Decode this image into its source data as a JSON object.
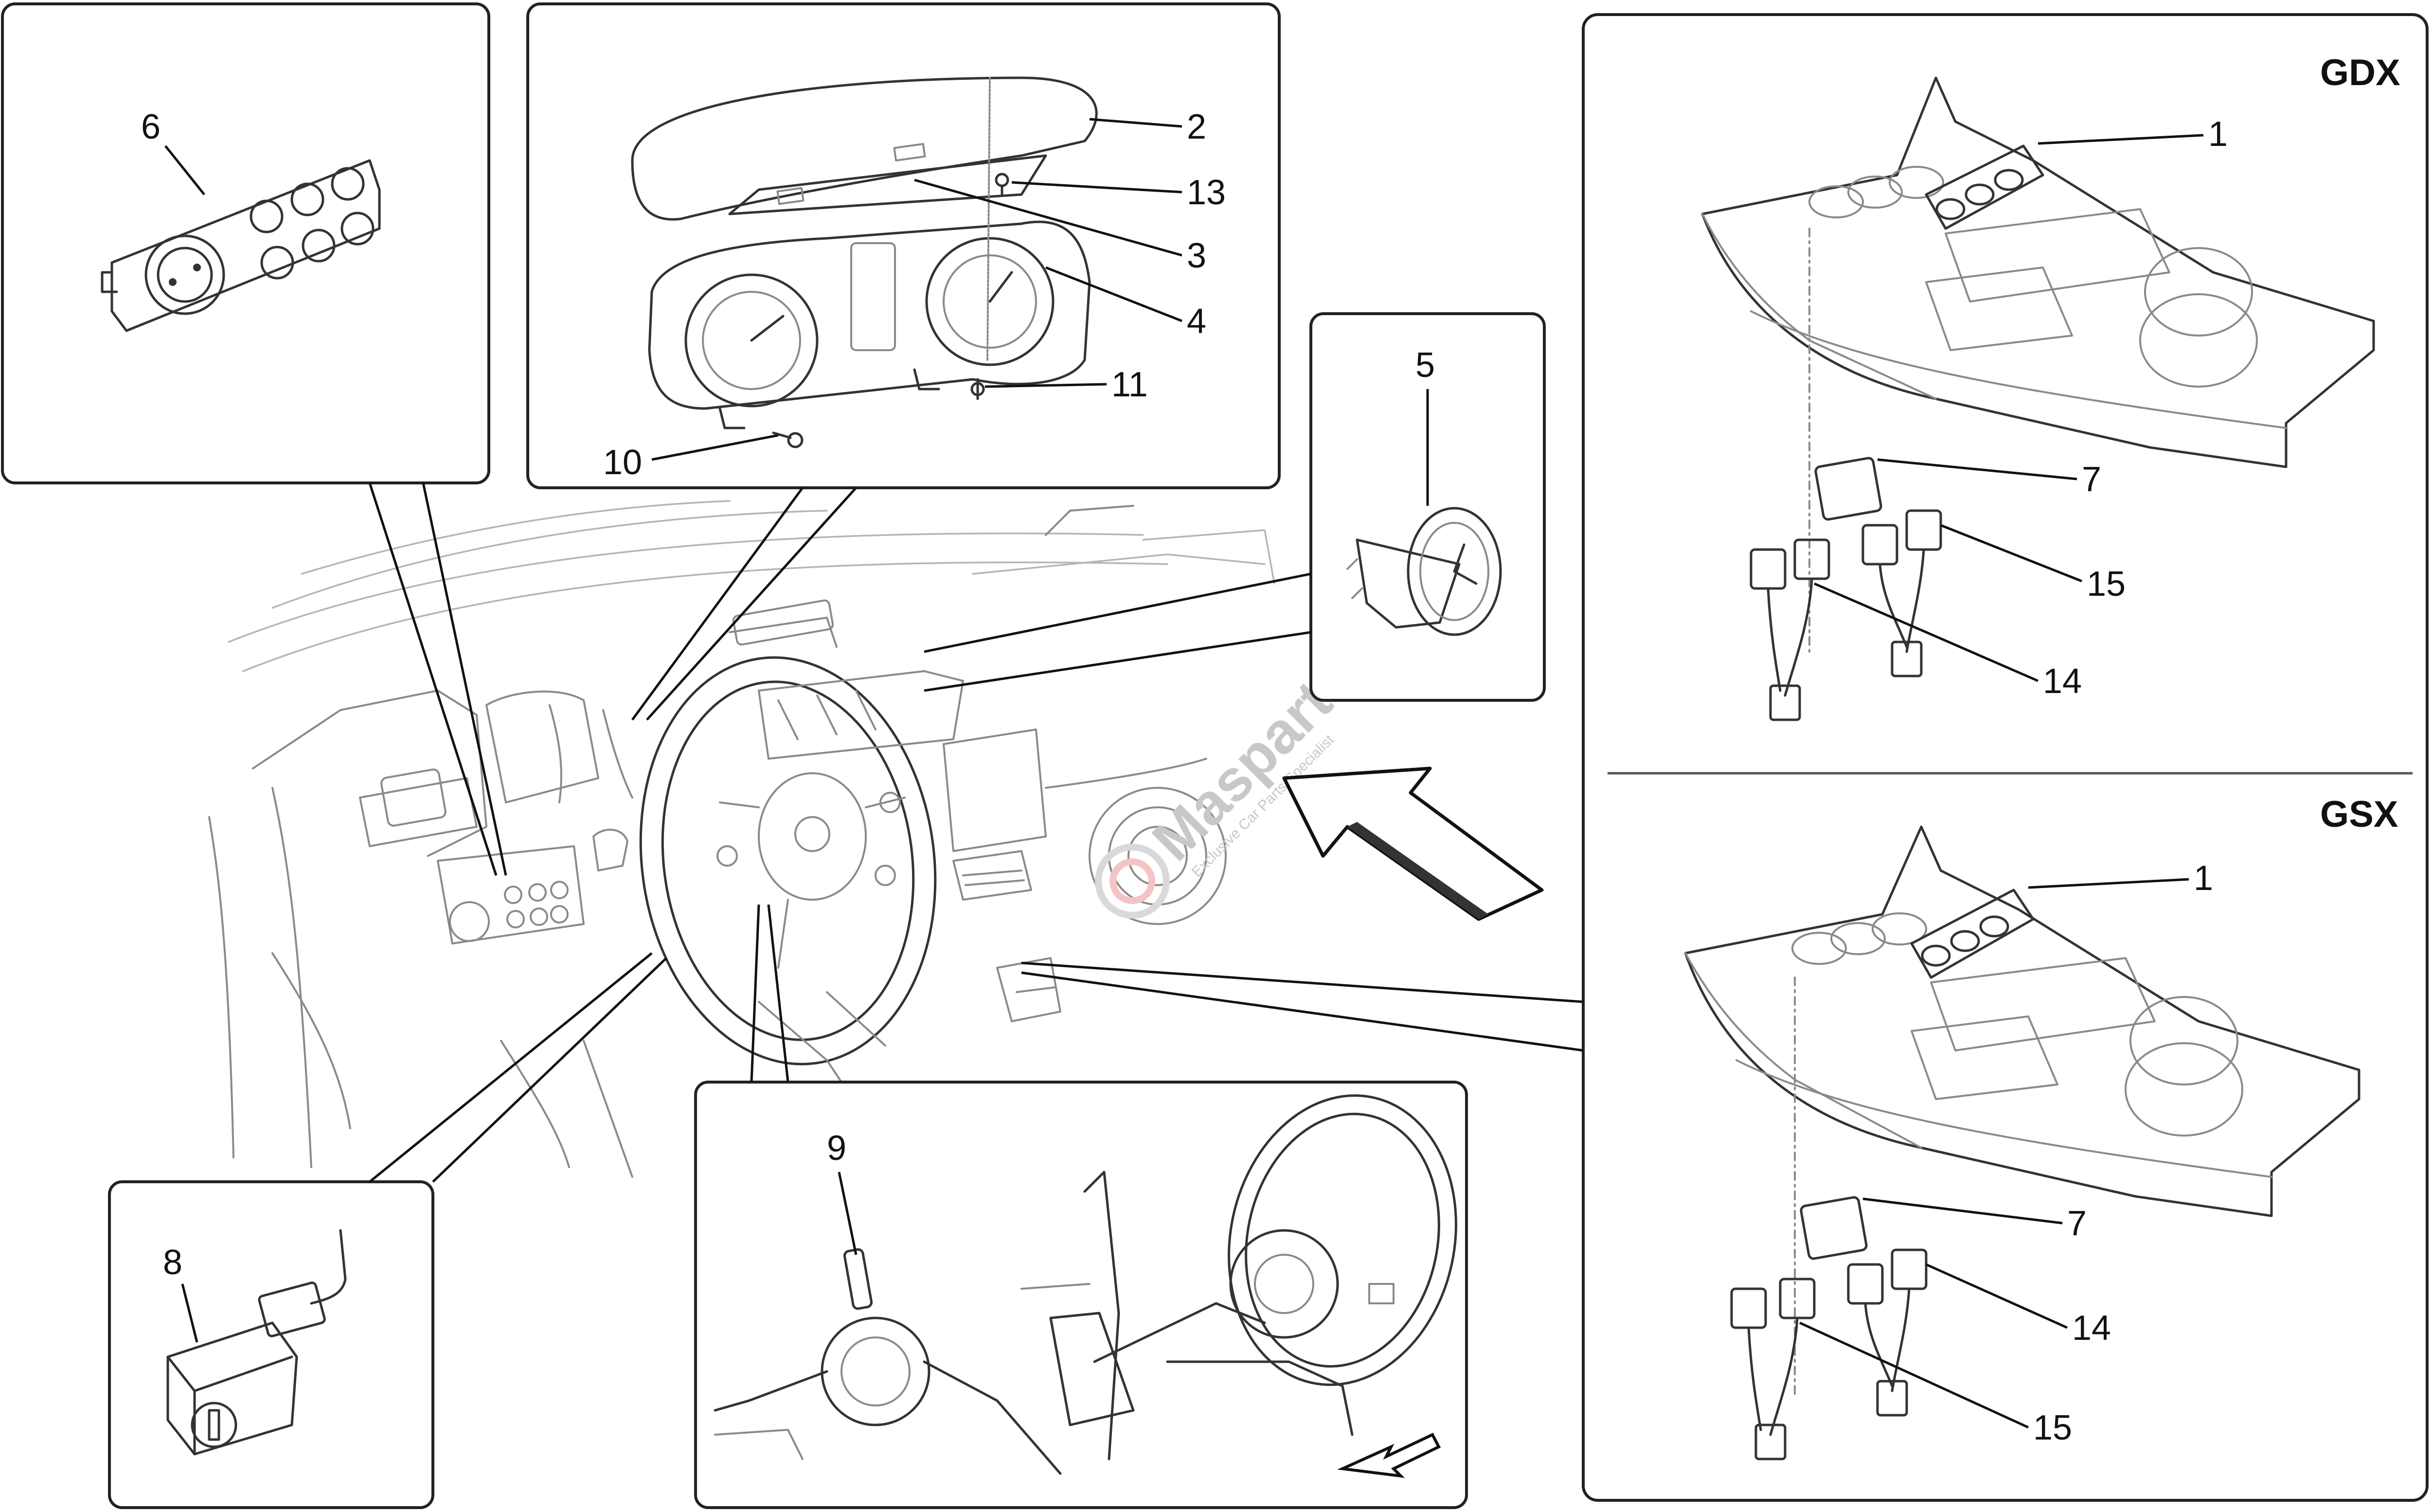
{
  "labels": {
    "p1": "1",
    "p1b": "1",
    "p2": "2",
    "p3": "3",
    "p4": "4",
    "p5": "5",
    "p6": "6",
    "p7": "7",
    "p7b": "7",
    "p8": "8",
    "p9": "9",
    "p10": "10",
    "p11": "11",
    "p13": "13",
    "p14": "14",
    "p14b": "14",
    "p15": "15",
    "p15b": "15"
  },
  "variants": {
    "upper": "GDX",
    "lower": "GSX"
  },
  "watermark": {
    "brand": "Masparts",
    "tagline": "Exclusive Car Parts Specialist"
  },
  "colors": {
    "line": "#333333",
    "light": "#9a9a9a",
    "watermark": "#c8c8c8"
  }
}
